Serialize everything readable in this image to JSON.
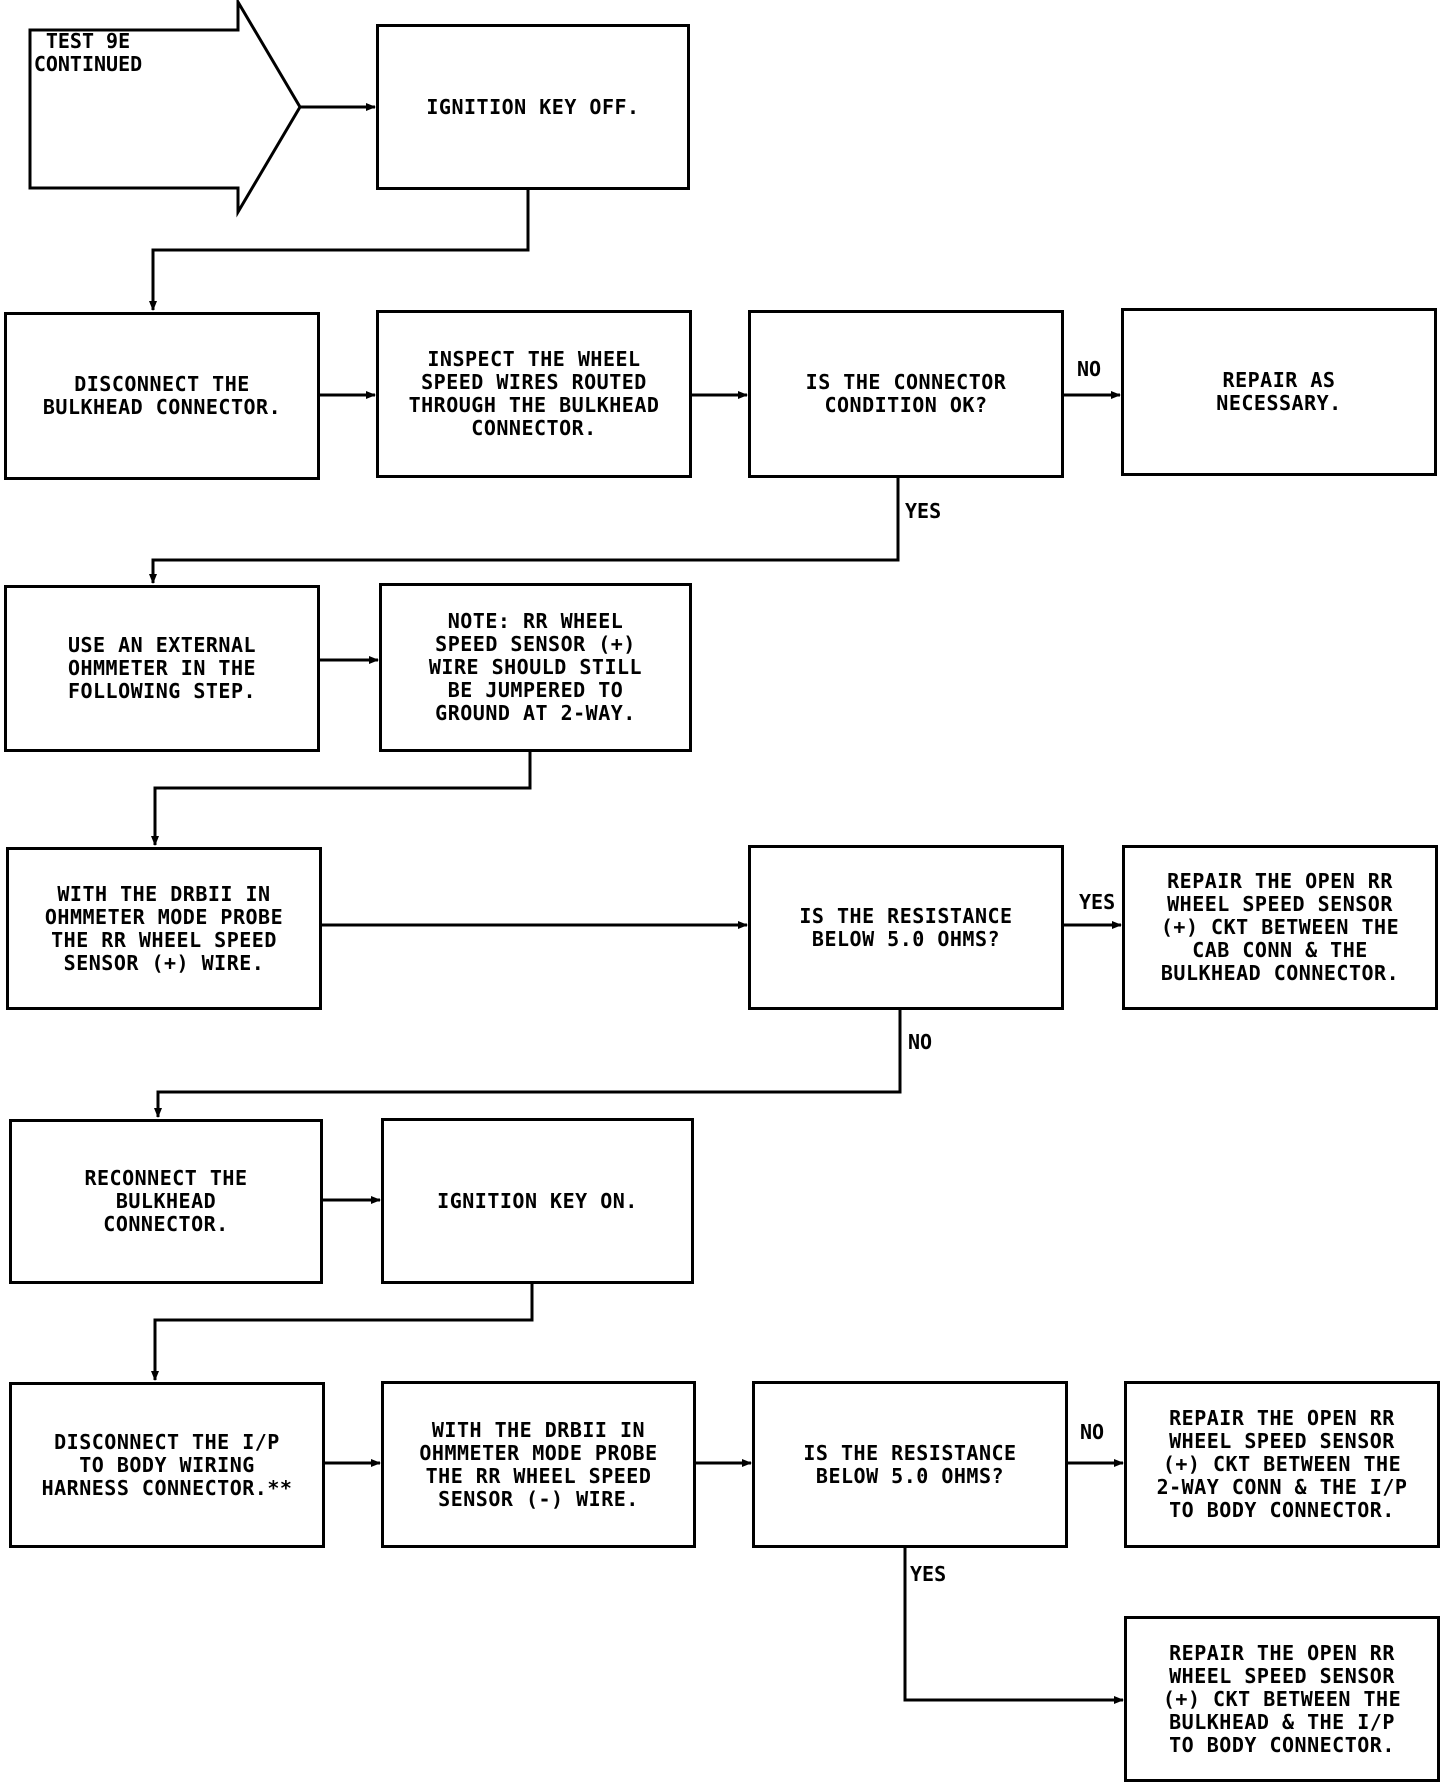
{
  "start": {
    "label": "TEST 9E\nCONTINUED"
  },
  "steps": {
    "ign_off": "IGNITION KEY OFF.",
    "disconnect_bulkhead": "DISCONNECT THE\nBULKHEAD CONNECTOR.",
    "inspect_wires": "INSPECT THE WHEEL\nSPEED WIRES ROUTED\nTHROUGH THE BULKHEAD\nCONNECTOR.",
    "q_connector": "IS THE CONNECTOR\nCONDITION OK?",
    "repair_as_necessary": "REPAIR AS\nNECESSARY.",
    "use_ohmmeter": "USE AN EXTERNAL\nOHMMETER IN THE\nFOLLOWING STEP.",
    "note": "NOTE:  RR WHEEL\nSPEED SENSOR (+)\nWIRE SHOULD STILL\nBE JUMPERED TO\nGROUND AT 2-WAY.",
    "probe_plus": "WITH THE DRBII IN\nOHMMETER MODE PROBE\nTHE RR WHEEL SPEED\nSENSOR (+) WIRE.",
    "q_resistance_1": "IS THE RESISTANCE\nBELOW 5.0 OHMS?",
    "repair_cab": "REPAIR THE OPEN RR\nWHEEL SPEED SENSOR\n(+) CKT BETWEEN THE\nCAB CONN & THE\nBULKHEAD CONNECTOR.",
    "reconnect": "RECONNECT THE\nBULKHEAD\nCONNECTOR.",
    "ign_on": "IGNITION KEY ON.",
    "disconnect_ip": "DISCONNECT THE I/P\nTO BODY WIRING\nHARNESS CONNECTOR.**",
    "probe_minus": "WITH THE DRBII IN\nOHMMETER MODE PROBE\nTHE RR WHEEL SPEED\nSENSOR (-) WIRE.",
    "q_resistance_2": "IS THE RESISTANCE\nBELOW 5.0 OHMS?",
    "repair_2way": "REPAIR THE OPEN RR\nWHEEL SPEED SENSOR\n(+) CKT BETWEEN THE\n2-WAY CONN & THE I/P\nTO BODY CONNECTOR.",
    "repair_bulkhead": "REPAIR THE OPEN RR\nWHEEL SPEED SENSOR\n(+) CKT BETWEEN THE\nBULKHEAD & THE I/P\nTO BODY CONNECTOR."
  },
  "branch_labels": {
    "no_1": "NO",
    "yes_1": "YES",
    "yes_2": "YES",
    "no_2": "NO",
    "no_3": "NO",
    "yes_3": "YES"
  }
}
